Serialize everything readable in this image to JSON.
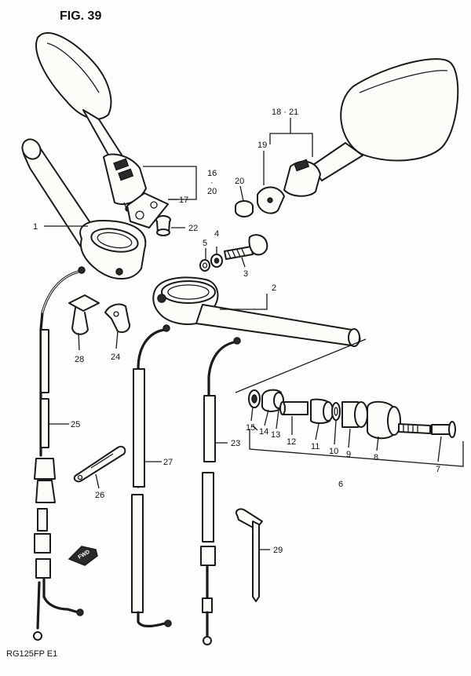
{
  "figure": {
    "title": "FIG. 39",
    "footer": "RG125FP E1",
    "fwd_label": "FWD"
  },
  "labels": {
    "p1": "1",
    "p2": "2",
    "p3": "3",
    "p4": "4",
    "p5": "5",
    "p6": "6",
    "p7": "7",
    "p8": "8",
    "p9": "9",
    "p10": "10",
    "p11": "11",
    "p12": "12",
    "p13": "13",
    "p14": "14",
    "p15": "15",
    "p16": "16",
    "p16dot": "·",
    "p20a": "20",
    "p17": "17",
    "p18_21": "18 · 21",
    "p19": "19",
    "p20": "20",
    "p22": "22",
    "p23": "23",
    "p24": "24",
    "p25": "25",
    "p26": "26",
    "p27": "27",
    "p28": "28",
    "p29": "29"
  }
}
